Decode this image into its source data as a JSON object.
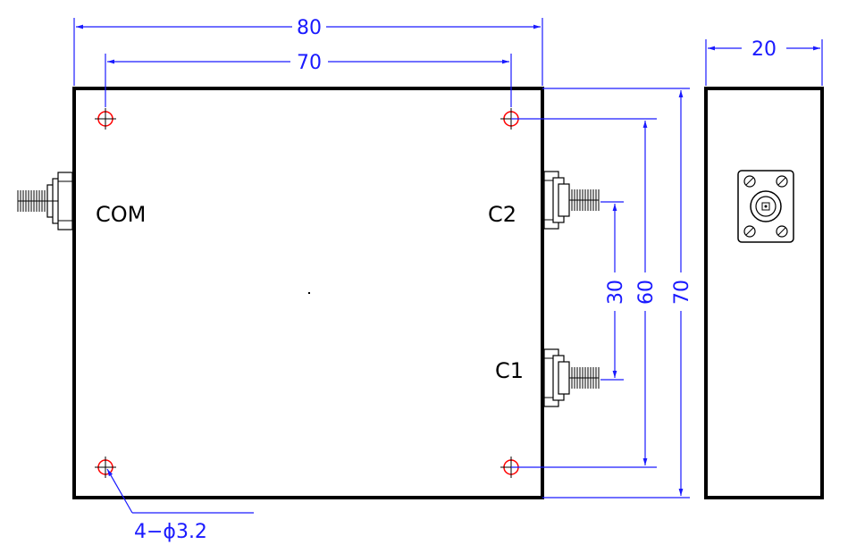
{
  "colors": {
    "body_outline": "#000000",
    "dimension": "#1a1aff",
    "hole": "#ff0000",
    "background": "#ffffff"
  },
  "ports": {
    "com": "COM",
    "c1": "C1",
    "c2": "C2"
  },
  "dimensions": {
    "overall_width": "80",
    "hole_spacing_x": "70",
    "side_depth": "20",
    "port_spacing": "30",
    "hole_spacing_y": "60",
    "overall_height": "70",
    "hole_callout": "4−ϕ3.2"
  },
  "icons": {
    "mount_hole": "mount-hole-icon",
    "sma_connector": "sma-connector-icon"
  }
}
